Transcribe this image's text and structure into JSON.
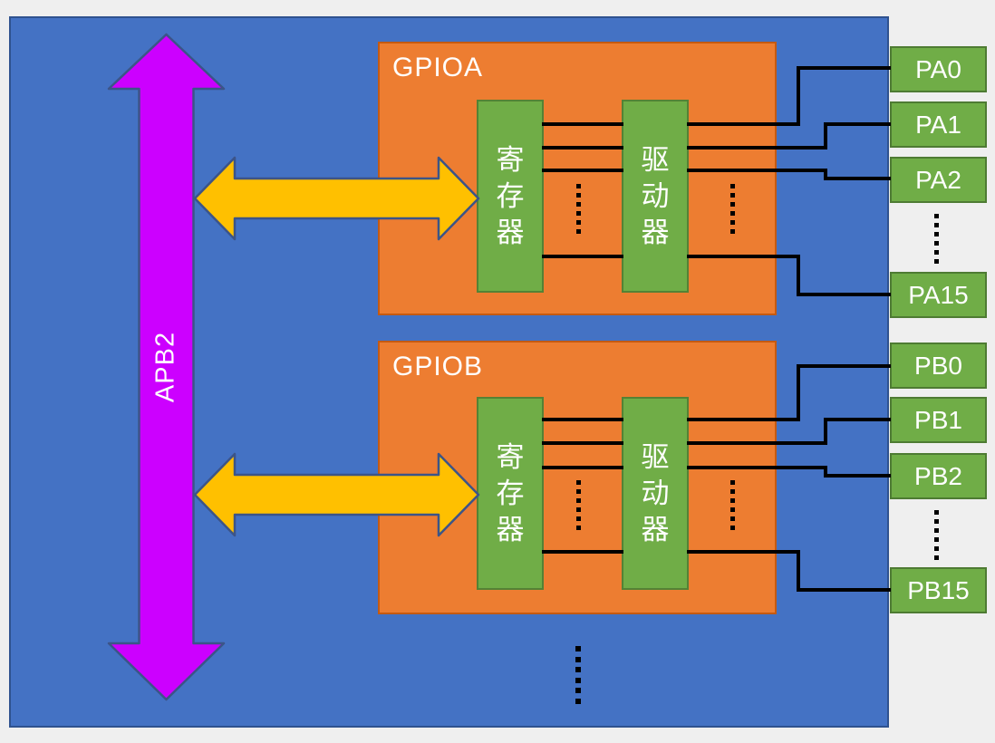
{
  "bus": {
    "label": "APB2"
  },
  "gpioa": {
    "title": "GPIOA",
    "register": "寄存器",
    "driver": "驱动器",
    "pins": [
      "PA0",
      "PA1",
      "PA2",
      "PA15"
    ]
  },
  "gpiob": {
    "title": "GPIOB",
    "register": "寄存器",
    "driver": "驱动器",
    "pins": [
      "PB0",
      "PB1",
      "PB2",
      "PB15"
    ]
  },
  "colors": {
    "background": "#EFEFEF",
    "bus_panel_fill": "#4472C4",
    "bus_panel_border": "#2F528F",
    "peripheral_fill": "#ED7D31",
    "peripheral_border": "#C55A11",
    "sub_block_fill": "#70AD47",
    "sub_block_border": "#548235",
    "bus_arrow_fill": "#CC00FF",
    "branch_arrow_fill": "#FFC000",
    "arrow_outline": "#3C5488",
    "wire": "#000000",
    "label_text": "#FFFFFF"
  }
}
